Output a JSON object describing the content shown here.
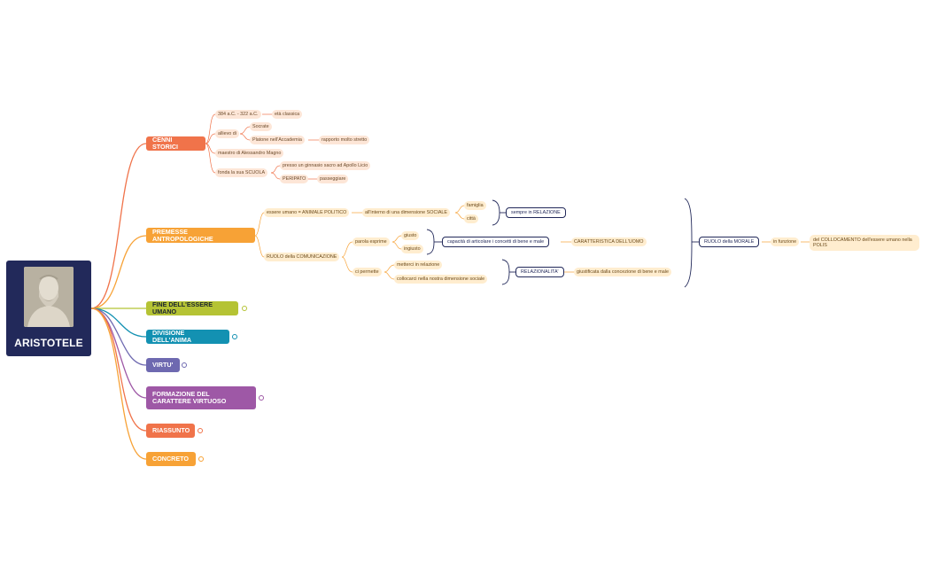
{
  "root": {
    "title": "ARISTOTELE"
  },
  "cenni": {
    "label": "CENNI STORICI",
    "date": "384 a.C. - 322 a.C.",
    "era": "età classica",
    "allievo": "allievo di",
    "socrate": "Socrate",
    "platone": "Platone nell'Accademia",
    "rapporto": "rapporto molto stretto",
    "maestro": "maestro di Alessandro Magno",
    "fonda": "fonda la sua SCUOLA",
    "presso": "presso un ginnasio sacro ad Apollo Licio",
    "peripato": "PERIPATO",
    "passeggiare": "passeggiare"
  },
  "premesse": {
    "label": "PREMESSE ANTROPOLOGICHE",
    "essere": "essere umano = ANIMALE POLITICO",
    "interno": "all'interno di una dimensione SOCIALE",
    "famiglia": "famiglia",
    "citta": "città",
    "relazione": "sempre in RELAZIONE",
    "ruolo_com": "RUOLO della COMUNICAZIONE",
    "parola": "parola esprime",
    "giusto": "giusto",
    "ingiusto": "ingiusto",
    "capacita": "capacità di articolare i concetti di bene e male",
    "caratteristica": "CARATTERISTICA DELL'UOMO",
    "permette": "ci permette",
    "metterci": "metterci in relazione",
    "collocarci": "collocarci nella nostra dimensione sociale",
    "relazionalita": "RELAZIONALITA'",
    "giustificata": "giustificata dalla concezione di bene e male",
    "ruolo_morale": "RUOLO della MORALE",
    "funzione": "in funzione",
    "collocamento": "del COLLOCAMENTO dell'essere umano nella POLIS"
  },
  "branches": {
    "fine": "FINE DELL'ESSERE UMANO",
    "divisione": "DIVISIONE DELL'ANIMA",
    "virtu": "VIRTU'",
    "formazione": "FORMAZIONE DEL CARATTERE VIRTUOSO",
    "riassunto": "RIASSUNTO",
    "concreto": "CONCRETO"
  },
  "colors": {
    "root": "#22295a",
    "cenni": "#f0734a",
    "premesse": "#f7a236",
    "fine": "#b5c334",
    "divisione": "#1391b2",
    "virtu": "#6e69b0",
    "formazione": "#9e58a6",
    "riassunto": "#f0734a",
    "concreto": "#f7a236"
  }
}
